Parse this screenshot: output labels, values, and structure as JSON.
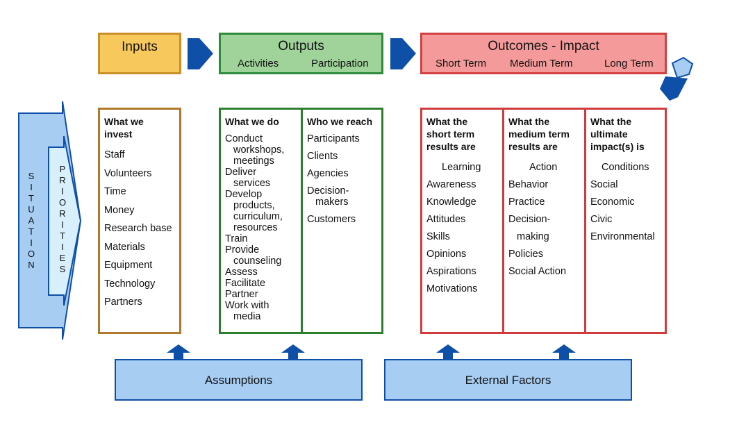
{
  "header": {
    "inputs": {
      "title": "Inputs"
    },
    "outputs": {
      "title": "Outputs",
      "subtitles": [
        "Activities",
        "Participation"
      ]
    },
    "outcomes": {
      "title": "Outcomes - Impact",
      "subtitles": [
        "Short Term",
        "Medium Term",
        "Long Term"
      ]
    }
  },
  "side": {
    "situation": "S\nI\nT\nU\nA\nT\nI\nO\nN",
    "priorities": "P\nR\nI\nO\nR\nI\nT\nI\nE\nS"
  },
  "columns": {
    "inputs": {
      "heading": "What we\ninvest",
      "items": [
        "Staff",
        "Volunteers",
        "Time",
        "Money",
        "Research base",
        "Materials",
        "Equipment",
        "Technology",
        "Partners"
      ]
    },
    "activities": {
      "heading": "What we do",
      "items": [
        "Conduct\nworkshops,\nmeetings",
        "Deliver\nservices",
        "Develop\nproducts,\ncurriculum,\nresources",
        "Train",
        "Provide\ncounseling",
        "Assess",
        "Facilitate",
        "Partner",
        "Work with\nmedia"
      ]
    },
    "participation": {
      "heading": "Who we reach",
      "items": [
        "Participants",
        "Clients",
        "Agencies",
        "Decision-\nmakers",
        "Customers"
      ]
    },
    "short_term": {
      "heading": "What the\nshort term\nresults are",
      "subheading": "Learning",
      "items": [
        "Awareness",
        "Knowledge",
        "Attitudes",
        "Skills",
        "Opinions",
        "Aspirations",
        "Motivations"
      ]
    },
    "medium_term": {
      "heading": "What the\nmedium term\nresults are",
      "subheading": "Action",
      "items": [
        "Behavior",
        "Practice",
        "Decision-\nmaking",
        "Policies",
        "Social Action"
      ]
    },
    "long_term": {
      "heading": "What the\nultimate\nimpact(s) is",
      "subheading": "Conditions",
      "items": [
        "Social",
        "Economic",
        "Civic",
        "Environmental"
      ]
    }
  },
  "bottom": {
    "assumptions": "Assumptions",
    "external_factors": "External Factors"
  },
  "colors": {
    "inputs_fill": "#f7c95c",
    "outputs_fill": "#9fd39a",
    "outcomes_fill": "#f59a9a",
    "arrow_blue": "#0e4fa8",
    "light_blue": "#a7cdf2"
  }
}
